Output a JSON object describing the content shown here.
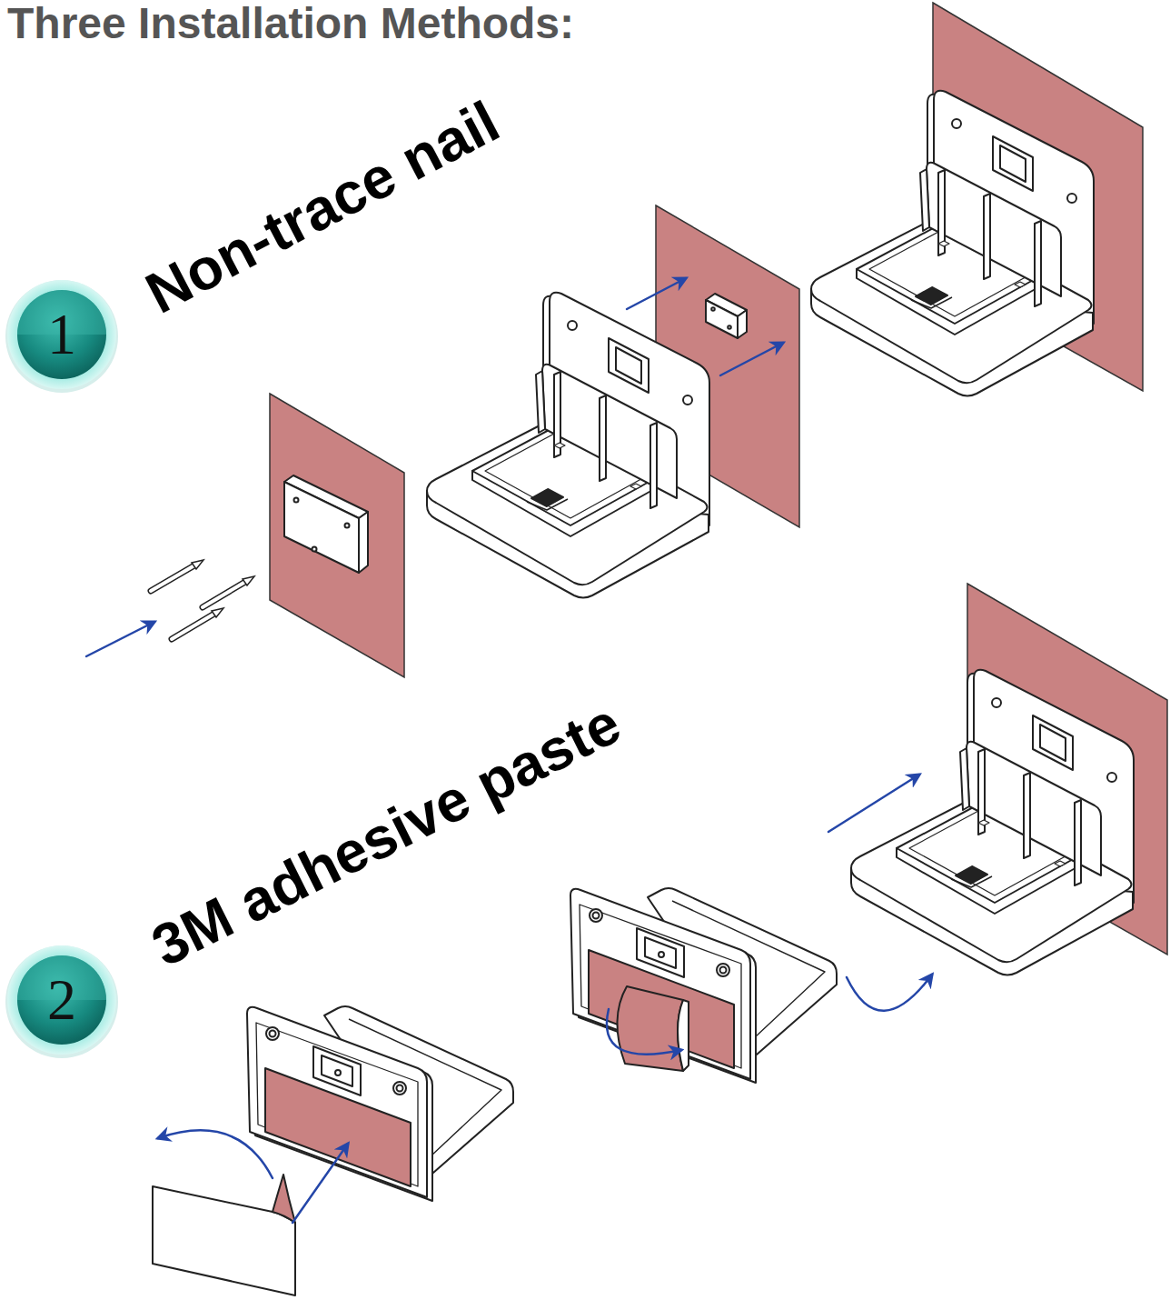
{
  "diagram": {
    "title": "Three Installation Methods:",
    "nodes": [
      {
        "text": [
          "1"
        ]
      },
      {
        "text": [
          "2"
        ]
      }
    ],
    "labels": [
      "Non-trace nail",
      "3M adhesive paste"
    ]
  }
}
